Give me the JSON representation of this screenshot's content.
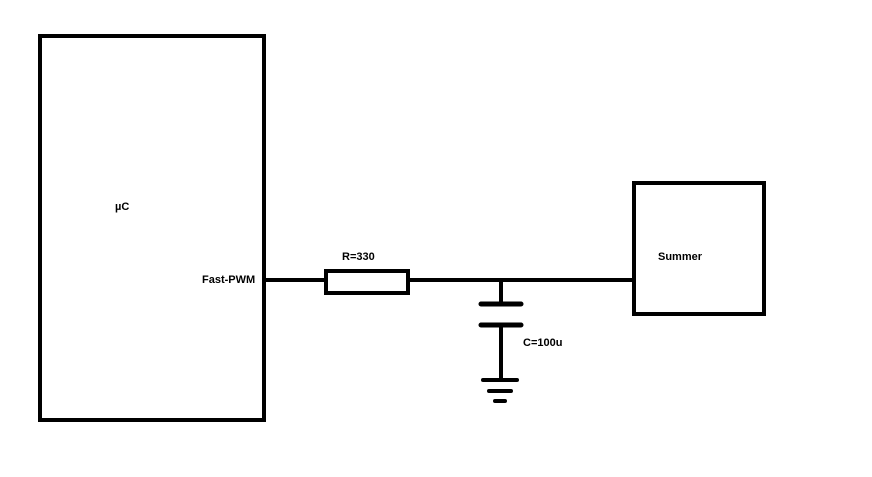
{
  "microcontroller": {
    "label": "µC",
    "pin_label": "Fast-PWM"
  },
  "resistor": {
    "label": "R=330"
  },
  "capacitor": {
    "label": "C=100u"
  },
  "summer": {
    "label": "Summer"
  },
  "colors": {
    "line": "#000000",
    "background": "#ffffff"
  }
}
